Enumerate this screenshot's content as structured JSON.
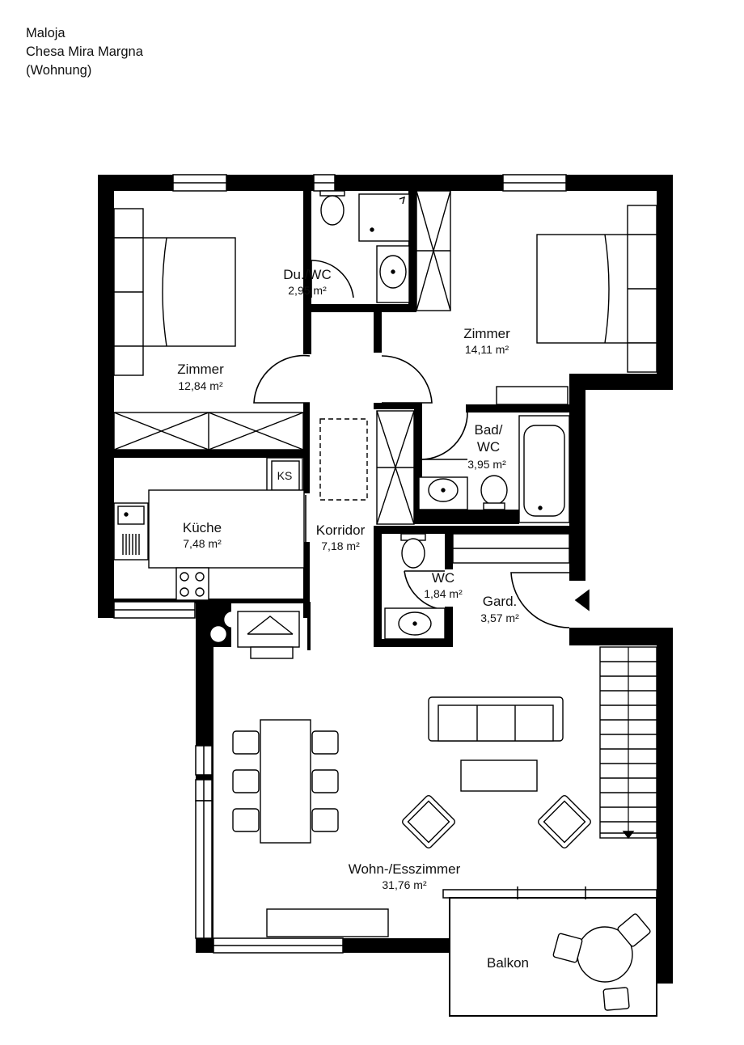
{
  "header": {
    "line1": "Maloja",
    "line2": "Chesa Mira Margna",
    "line3": "(Wohnung)"
  },
  "rooms": {
    "du_wc": {
      "name": "Du./WC",
      "area": "2,95 m²"
    },
    "zimmer_left": {
      "name": "Zimmer",
      "area": "12,84 m²"
    },
    "zimmer_right": {
      "name": "Zimmer",
      "area": "14,11 m²"
    },
    "bad_wc": {
      "name_line1": "Bad/",
      "name_line2": "WC",
      "area": "3,95 m²"
    },
    "kueche": {
      "name": "Küche",
      "area": "7,48 m²"
    },
    "korridor": {
      "name": "Korridor",
      "area": "7,18 m²"
    },
    "wc": {
      "name": "WC",
      "area": "1,84 m²"
    },
    "gard": {
      "name": "Gard.",
      "area": "3,57 m²"
    },
    "wohn": {
      "name": "Wohn-/Esszimmer",
      "area": "31,76 m²"
    },
    "balkon": {
      "name": "Balkon"
    }
  },
  "fixtures": {
    "fridge_label": "KS"
  }
}
